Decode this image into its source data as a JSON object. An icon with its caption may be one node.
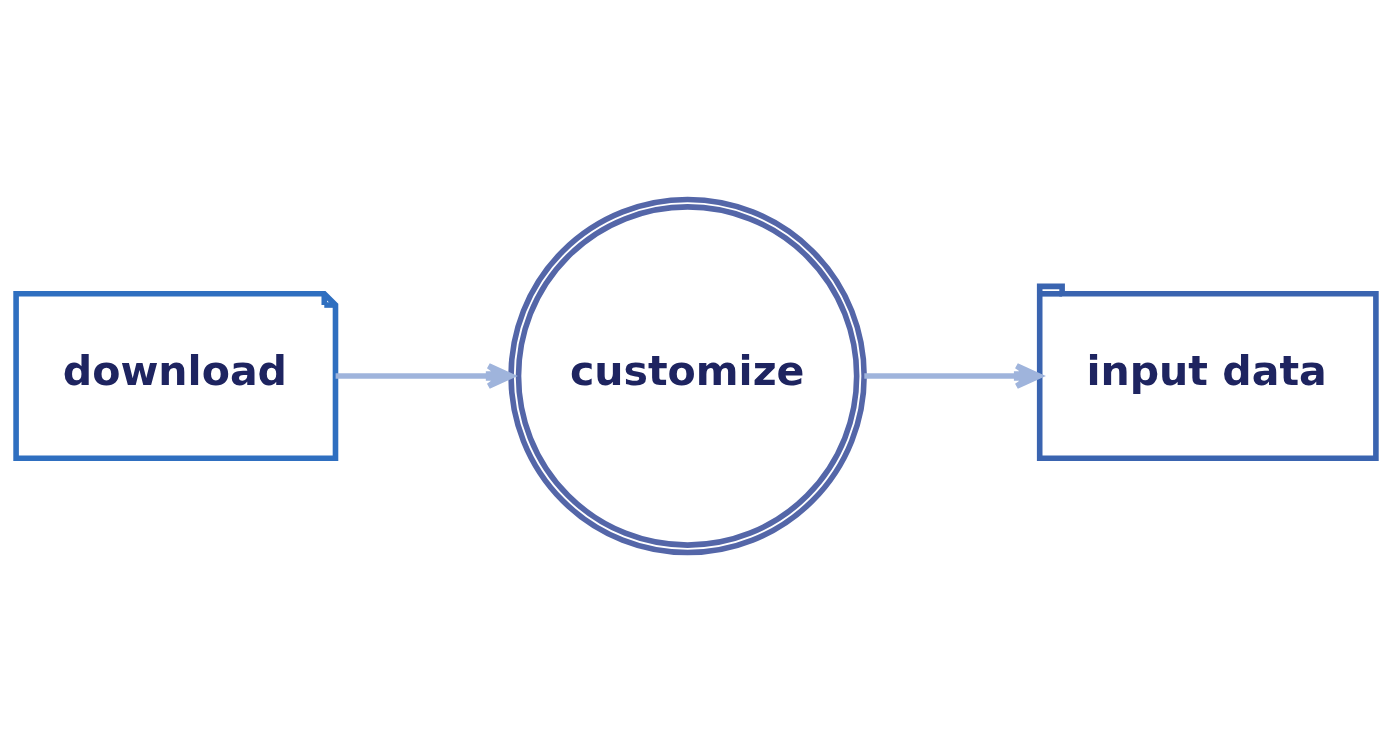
{
  "diagram": {
    "nodes": [
      {
        "text": [
          "download"
        ]
      },
      {
        "text": [
          "customize"
        ]
      },
      {
        "text": [
          "input data"
        ]
      }
    ],
    "edges": [
      {
        "from": 0,
        "to": 1,
        "arrow": "to"
      },
      {
        "from": 1,
        "to": 2,
        "arrow": "to"
      }
    ]
  }
}
